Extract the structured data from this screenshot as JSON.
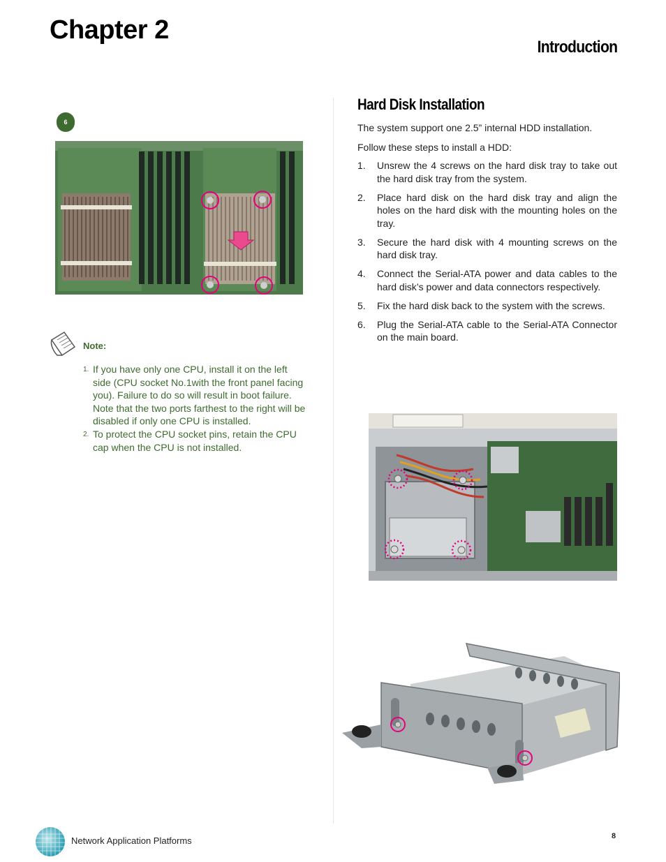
{
  "header": {
    "chapter": "Chapter 2",
    "section": "Introduction"
  },
  "left": {
    "step_badge": "6",
    "note": {
      "label": "Note:",
      "items": [
        {
          "num": "1.",
          "text": "If you have only one CPU, install it on the left side (CPU socket No.1with the front panel facing you). Failure to do so will result in boot failure. Note that the two ports farthest to the right will be disabled if only one CPU is installed."
        },
        {
          "num": "2.",
          "text": " To protect the CPU socket pins, retain the CPU cap when the CPU is not installed."
        }
      ]
    }
  },
  "right": {
    "heading": "Hard Disk Installation",
    "intro": "The system support one 2.5” internal HDD installation.",
    "follow": "Follow these steps to install a HDD:",
    "steps": [
      {
        "num": "1.",
        "text": "Unsrew the 4 screws on the hard disk tray to take out the hard disk tray from the system."
      },
      {
        "num": "2.",
        "text": "Place hard disk on the hard disk tray and align the holes on the hard disk with the mounting holes on the tray."
      },
      {
        "num": "3.",
        "text": "Secure the hard disk with 4 mounting screws on the hard disk tray."
      },
      {
        "num": "4.",
        "text": "Connect the Serial-ATA power and data cables to the hard disk’s power and data connectors respectively."
      },
      {
        "num": "5.",
        "text": "Fix the hard disk back to the system with the screws."
      },
      {
        "num": "6.",
        "text": "Plug the Serial-ATA cable to the Serial-ATA Connector on the main board."
      }
    ]
  },
  "footer": {
    "brand": "Network Application Platforms",
    "page": "8"
  },
  "colors": {
    "accent_green": "#3e6b2f",
    "highlight_magenta": "#e6007e",
    "arrow_pink": "#ec4a8f"
  },
  "icons": {
    "note": "note-paper-icon",
    "logo": "globe-logo-icon"
  }
}
